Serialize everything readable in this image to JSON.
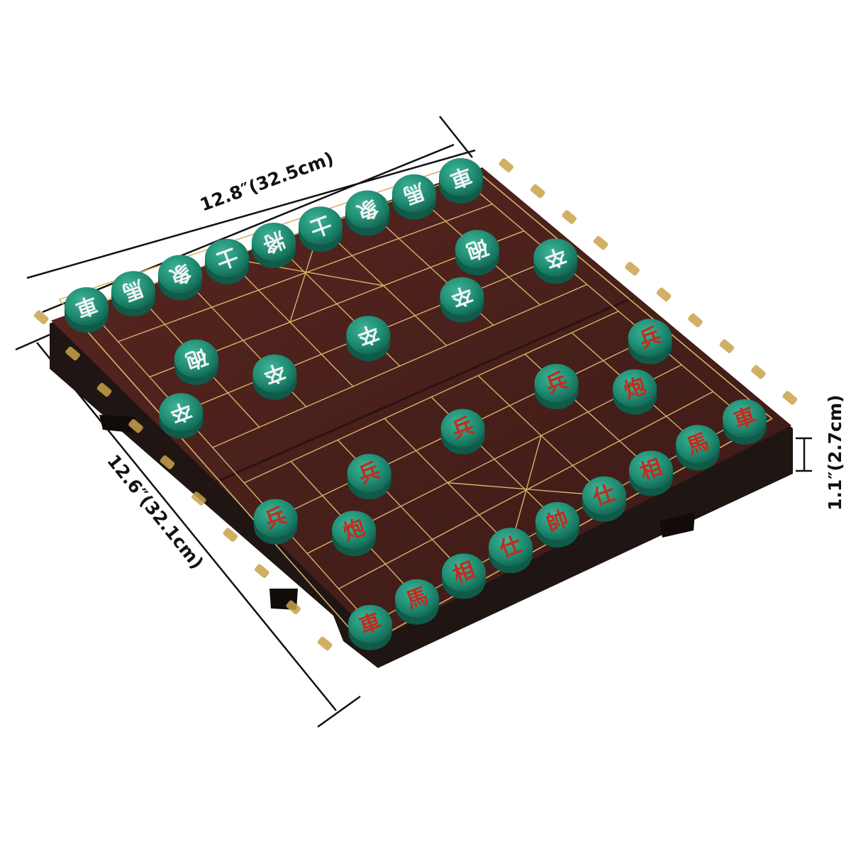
{
  "dimensions": {
    "width_label": "12.8″(32.5cm)",
    "depth_label": "12.6″(32.1cm)",
    "height_label": "1.1″(2.7cm)"
  },
  "colors": {
    "board_face": "#4a1e1a",
    "board_edge": "#1f1513",
    "grid_line": "#d6b46a",
    "piece_green": "#1f8c72",
    "piece_red_text": "#c42a1e",
    "piece_black_text": "#f3f3f3"
  },
  "board": {
    "files": 9,
    "ranks": 10,
    "river_gap": true
  },
  "pieces": {
    "black_back_row": [
      "車",
      "馬",
      "象",
      "士",
      "將",
      "士",
      "象",
      "馬",
      "車"
    ],
    "black_cannons": [
      "砲",
      "砲"
    ],
    "black_soldiers": [
      "卒",
      "卒",
      "卒",
      "卒",
      "卒"
    ],
    "red_back_row": [
      "車",
      "馬",
      "相",
      "仕",
      "帥",
      "仕",
      "相",
      "馬",
      "車"
    ],
    "red_cannons": [
      "炮",
      "炮"
    ],
    "red_soldiers": [
      "兵",
      "兵",
      "兵",
      "兵",
      "兵"
    ]
  }
}
